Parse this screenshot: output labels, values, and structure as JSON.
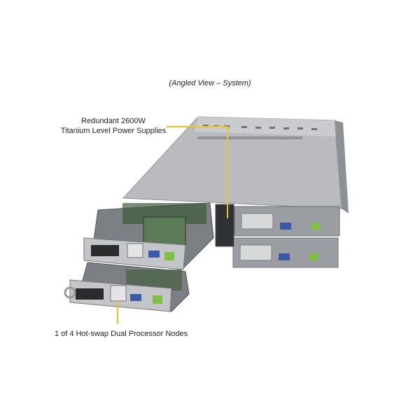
{
  "view_title": "(Angled View – System)",
  "callouts": {
    "power_supplies": {
      "line1": "Redundant 2600W",
      "line2": "Titanium Level Power Supplies"
    },
    "nodes": "1 of 4 Hot-swap Dual Processor Nodes"
  },
  "colors": {
    "callout_line": "#f0c020",
    "chassis": "#b8babd",
    "lan_port": "#7dc242",
    "vga_port": "#3a5aa8"
  }
}
